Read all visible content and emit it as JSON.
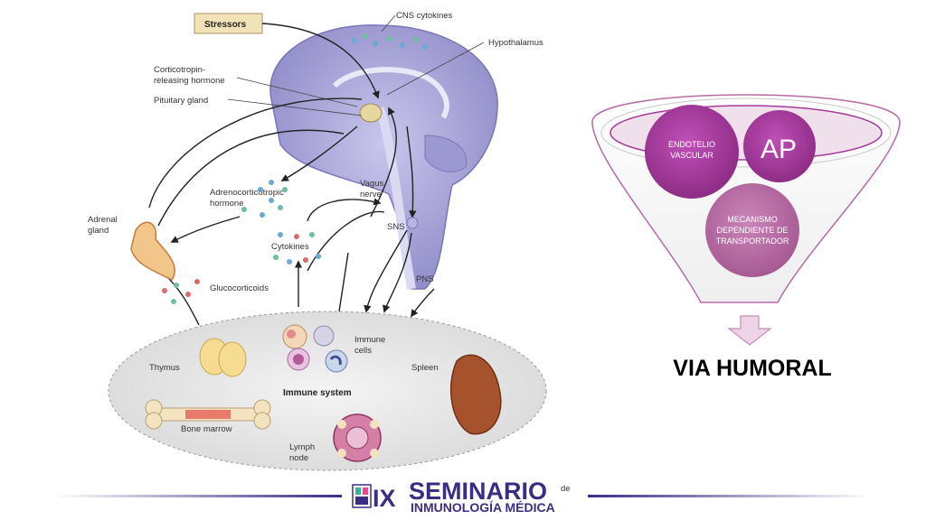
{
  "diagram": {
    "stressors": "Stressors",
    "cns_cytokines": "CNS cytokines",
    "hypothalamus": "Hypothalamus",
    "crh_line1": "Corticotropin-",
    "crh_line2": "releasing hormone",
    "pituitary": "Pituitary gland",
    "acth_line1": "Adrenocorticotropic",
    "acth_line2": "hormone",
    "vagus_line1": "Vagus",
    "vagus_line2": "nerve",
    "adrenal_line1": "Adrenal",
    "adrenal_line2": "gland",
    "cytokines": "Cytokines",
    "sns": "SNS",
    "pns": "PNS",
    "glucocorticoids": "Glucocorticoids",
    "immune_cells_line1": "Immune",
    "immune_cells_line2": "cells",
    "thymus": "Thymus",
    "spleen": "Spleen",
    "immune_system": "Immune system",
    "bone_marrow": "Bone marrow",
    "lymph_line1": "Lymph",
    "lymph_line2": "node"
  },
  "funnel": {
    "endotelio_line1": "ENDOTELIO",
    "endotelio_line2": "VASCULAR",
    "ap": "AP",
    "mecanismo_line1": "MECANISMO",
    "mecanismo_line2": "DEPENDIENTE DE",
    "mecanismo_line3": "TRANSPORTADOR",
    "via_humoral": "VIA HUMORAL"
  },
  "footer": {
    "roman": "IX",
    "seminario": "SEMINARIO",
    "de": "de",
    "inmunologia": "INMUNOLOGÍA MÉDICA"
  },
  "colors": {
    "brain": "#a9a6d8",
    "circle_magenta": "#a33b9b",
    "circle_mauve": "#b86aa5",
    "footer_purple": "#3b2d86"
  }
}
